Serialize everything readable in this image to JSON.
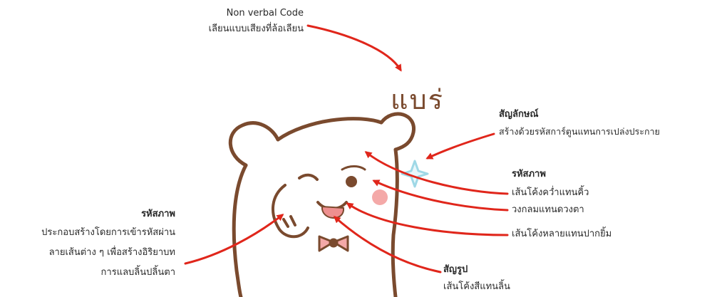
{
  "top_note": {
    "title": "Non verbal Code",
    "text": "เลียนแบบเสียงที่ล้อเลียน"
  },
  "handwritten_word": "แบร่",
  "symbol_note": {
    "title": "สัญลักษณ์",
    "text": "สร้างด้วยรหัสการ์ตูนแทนการเปล่งประกาย"
  },
  "right_code_note": {
    "title": "รหัสภาพ",
    "items": [
      "เส้นโค้งคว่ำแทนคิ้ว",
      "วงกลมแทนดวงตา",
      "เส้นโค้งหลายแทนปากยิ้ม"
    ]
  },
  "left_code_note": {
    "title": "รหัสภาพ",
    "lines": [
      "ประกอบสร้างโดยการเข้ารหัสผ่าน",
      "ลายเส้นต่าง ๆ เพื่อสร้างอิริยาบท",
      "การแลบลิ้นปลิ้นตา"
    ]
  },
  "icon_note": {
    "title": "สัญรูป",
    "text": "เส้นโค้งสีแทนลิ้น"
  },
  "colors": {
    "arrow": "#e0261b",
    "outline": "#7a4a2e",
    "cheek": "#f4a9a8",
    "tongue": "#ee8f8f",
    "sparkle": "#9fd8e6"
  }
}
